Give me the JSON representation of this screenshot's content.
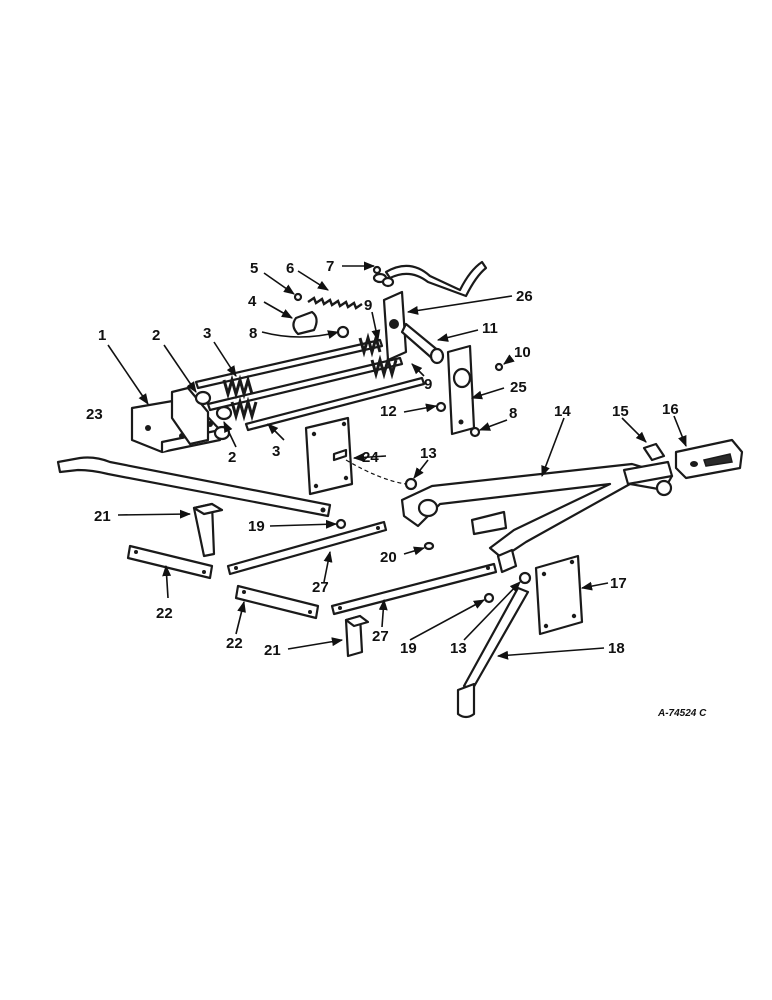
{
  "reference_code": "A-74524 C",
  "callouts": {
    "c1": "1",
    "c2a": "2",
    "c2b": "2",
    "c3a": "3",
    "c3b": "3",
    "c4": "4",
    "c5": "5",
    "c6": "6",
    "c7": "7",
    "c8a": "8",
    "c8b": "8",
    "c9a": "9",
    "c9b": "9",
    "c10": "10",
    "c11": "11",
    "c12": "12",
    "c13a": "13",
    "c13b": "13",
    "c14": "14",
    "c15": "15",
    "c16": "16",
    "c17": "17",
    "c18": "18",
    "c19a": "19",
    "c19b": "19",
    "c20": "20",
    "c21a": "21",
    "c21b": "21",
    "c22a": "22",
    "c22b": "22",
    "c23": "23",
    "c24": "24",
    "c25": "25",
    "c26": "26",
    "c27a": "27",
    "c27b": "27"
  }
}
